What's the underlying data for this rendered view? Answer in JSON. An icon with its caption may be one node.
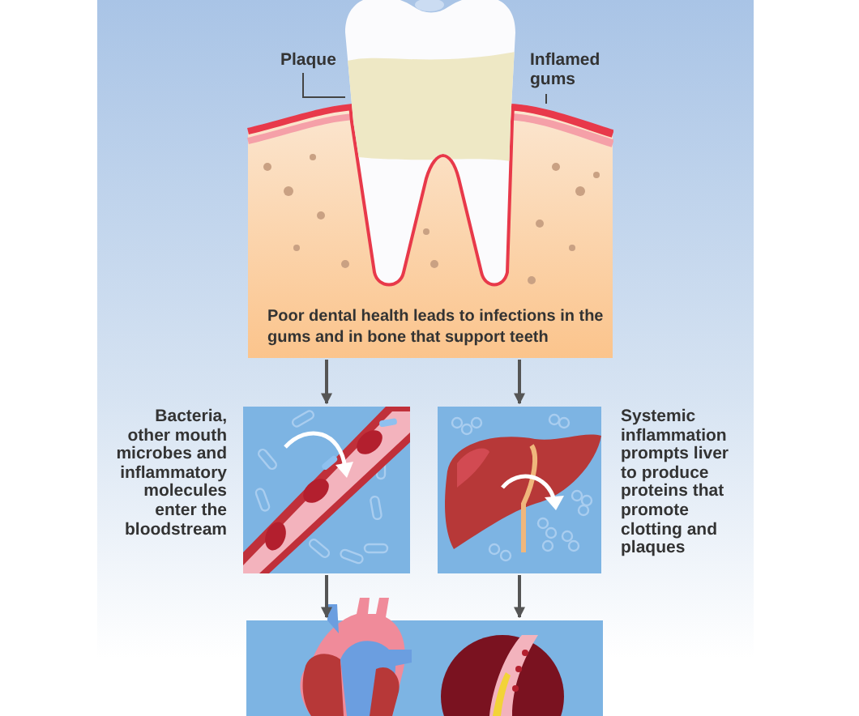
{
  "diagram": {
    "nodes": [
      {
        "text": [
          "Plaque"
        ]
      },
      {
        "text": [
          "Inflamed gums"
        ]
      },
      {
        "text": [
          "Poor dental health leads to infections in the gums and in bone that support teeth"
        ]
      },
      {
        "text": [],
        "shape": "band"
      },
      {
        "text": [],
        "shape": "band",
        "in": 2
      },
      {
        "text": [],
        "shape": "picture",
        "beside": [
          "Bacteria, other mouth microbes and inflammatory molecules enter the bloodstream"
        ]
      },
      {
        "text": [],
        "shape": "picture",
        "beside": [
          "Systemic inflammation prompts liver to produce proteins that promote clotting and plaques"
        ]
      },
      {
        "text": [],
        "shape": "picture"
      }
    ],
    "edges": [
      {
        "from": 0,
        "to": 3,
        "arrow": "none"
      },
      {
        "from": 1,
        "to": 4,
        "arrow": "none"
      },
      {
        "from": 2,
        "to": 5,
        "arrow": "to"
      },
      {
        "from": 2,
        "to": 6,
        "arrow": "to"
      },
      {
        "from": 5,
        "to": 7,
        "arrow": "to"
      },
      {
        "from": 6,
        "to": 7,
        "arrow": "to"
      }
    ]
  }
}
